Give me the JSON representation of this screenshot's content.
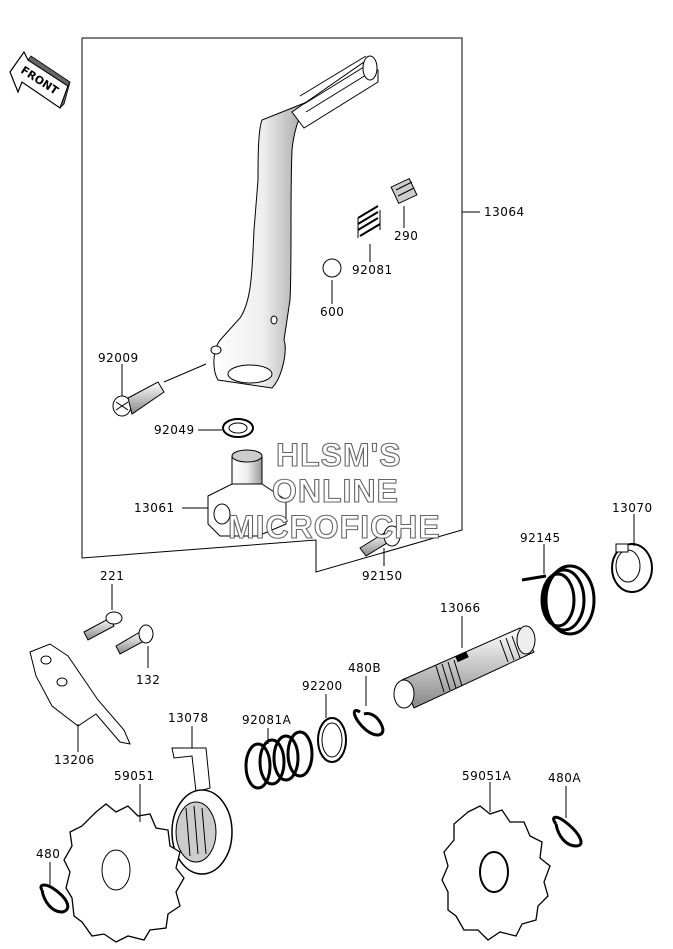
{
  "front_arrow": {
    "label": "FRONT"
  },
  "watermark": {
    "line1": "HLSM'S",
    "line2": "ONLINE",
    "line3": "MICROFICHE"
  },
  "labels": {
    "p13064": "13064",
    "p290": "290",
    "p92081": "92081",
    "p600": "600",
    "p92009": "92009",
    "p92049": "92049",
    "p13061": "13061",
    "p92150": "92150",
    "p13070": "13070",
    "p92145": "92145",
    "p221": "221",
    "p132": "132",
    "p13066": "13066",
    "p480B": "480B",
    "p92200": "92200",
    "p13206": "13206",
    "p13078": "13078",
    "p92081A": "92081A",
    "p59051": "59051",
    "p59051A": "59051A",
    "p480A": "480A",
    "p480": "480"
  }
}
